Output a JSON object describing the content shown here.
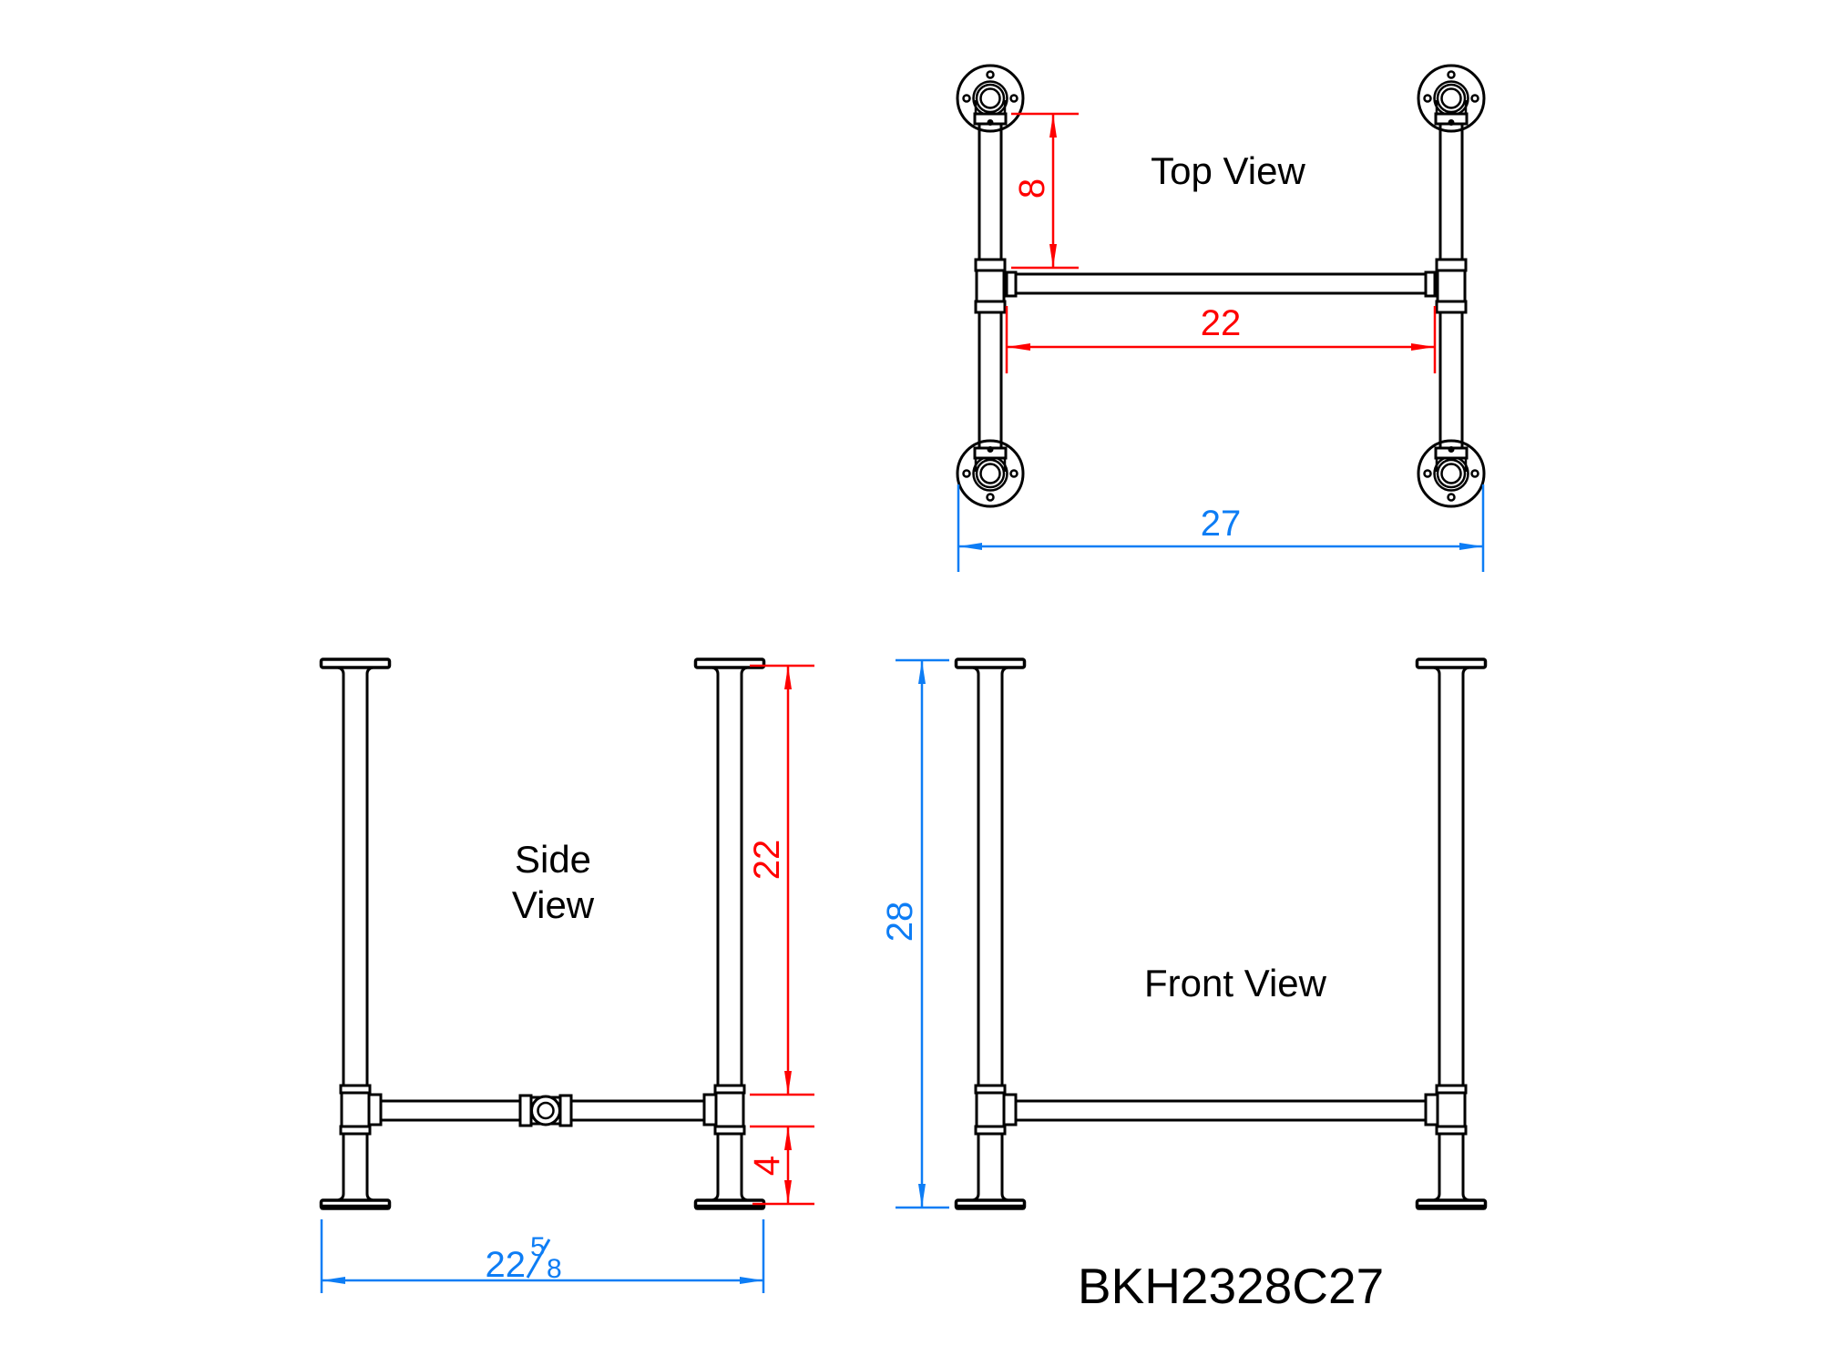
{
  "part_number": "BKH2328C27",
  "colors": {
    "line": "#000000",
    "background": "#ffffff",
    "dimension_red": "#ff0000",
    "dimension_blue": "#0d7df5"
  },
  "top_view": {
    "label": "Top View",
    "dim_flange_to_rail": "8",
    "dim_rail_length": "22",
    "dim_overall_width": "27"
  },
  "side_view": {
    "label_line1": "Side",
    "label_line2": "View",
    "dim_leg_height": "22",
    "dim_rail_clearance": "4",
    "dim_overall_depth_whole": "22",
    "dim_overall_depth_numerator": "5",
    "dim_overall_depth_denominator": "8"
  },
  "front_view": {
    "label": "Front View",
    "dim_overall_height": "28"
  }
}
